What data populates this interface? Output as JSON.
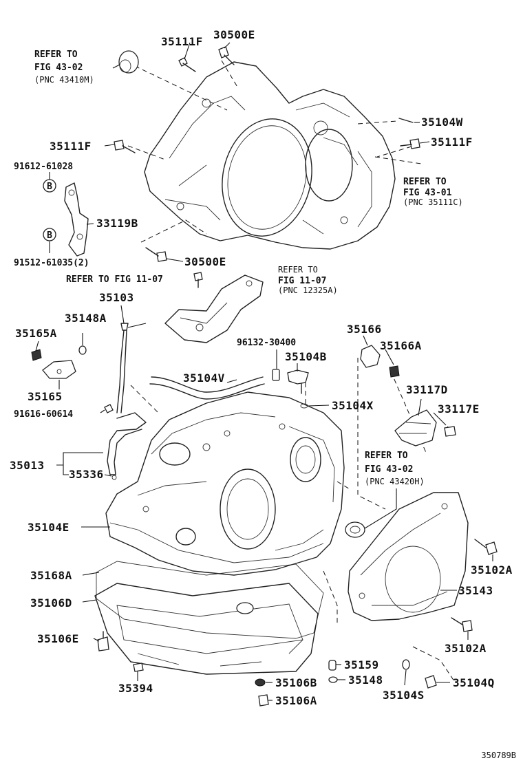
{
  "labels": {
    "p35111F_top": "35111F",
    "p30500E_top": "30500E",
    "p35104W": "35104W",
    "p35111F_left": "35111F",
    "p35111F_right": "35111F",
    "p91612": "91612-61028",
    "p33119B": "33119B",
    "p91512": "91512-61035(2)",
    "p30500E_mid": "30500E",
    "p35103": "35103",
    "p35148A": "35148A",
    "p35165A": "35165A",
    "p35165": "35165",
    "p91616": "91616-60614",
    "p35104V": "35104V",
    "p96132": "96132-30400",
    "p35104B": "35104B",
    "p35166": "35166",
    "p35166A": "35166A",
    "p35104X": "35104X",
    "p33117D": "33117D",
    "p33117E": "33117E",
    "p35013": "35013",
    "p35336": "35336",
    "p35104E": "35104E",
    "p35168A": "35168A",
    "p35106D": "35106D",
    "p35106E": "35106E",
    "p35394": "35394",
    "p35159": "35159",
    "p35106B": "35106B",
    "p35148": "35148",
    "p35106A": "35106A",
    "p35104S": "35104S",
    "p35104Q": "35104Q",
    "p35102A_top": "35102A",
    "p35143": "35143",
    "p35102A_bottom": "35102A",
    "bubble_b1": "B",
    "bubble_b2": "B"
  },
  "refs": {
    "r1": [
      "REFER TO",
      "FIG 43-02",
      "(PNC 43410M)"
    ],
    "r2": [
      "REFER TO",
      "FIG 43-01",
      "(PNC 35111C)"
    ],
    "r3_inline": "REFER TO FIG  11-07",
    "r4": [
      "REFER TO",
      "FIG 11-07",
      "(PNC 12325A)"
    ],
    "r5": [
      "REFER TO",
      "FIG 43-02",
      "(PNC 43420H)"
    ]
  },
  "footer_code": "350789B"
}
